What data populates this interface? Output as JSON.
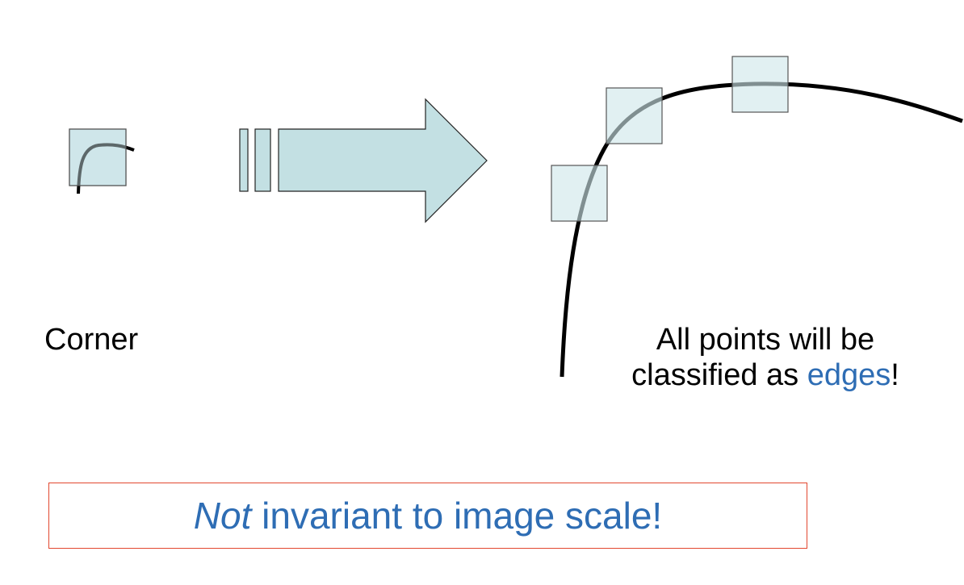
{
  "labels": {
    "corner": "Corner",
    "edges_line1": "All points will be",
    "edges_line2_prefix": "classified as ",
    "edges_highlight": "edges",
    "edges_suffix": "!"
  },
  "banner": {
    "emphasis": "Not",
    "rest": " invariant to image scale!"
  },
  "colors": {
    "window_fill": "#cfe6ea",
    "arrow_fill": "#c3e0e3",
    "curve": "#000000",
    "accent_text": "#2e6db4",
    "banner_border": "#e2472f"
  }
}
